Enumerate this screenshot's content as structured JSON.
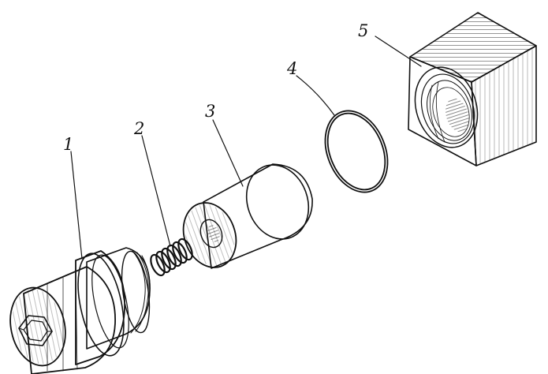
{
  "diagram": {
    "type": "exploded-assembly",
    "parts": [
      {
        "id": "1",
        "callout": "1",
        "icon": "filter-housing-cap"
      },
      {
        "id": "2",
        "callout": "2",
        "icon": "coil-spring"
      },
      {
        "id": "3",
        "callout": "3",
        "icon": "filter-element"
      },
      {
        "id": "4",
        "callout": "4",
        "icon": "o-ring-seal"
      },
      {
        "id": "5",
        "callout": "5",
        "icon": "threaded-housing-block"
      }
    ]
  }
}
